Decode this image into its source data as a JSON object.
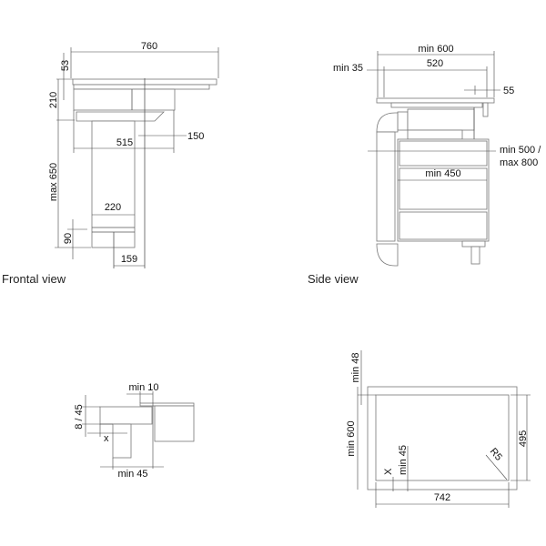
{
  "frontal": {
    "caption": "Frontal view",
    "dims": {
      "width": "760",
      "top": "53",
      "height_cooktop": "210",
      "depth_515": "515",
      "offset_150": "150",
      "max_height": "max 650",
      "column_width": "220",
      "bottom_90": "90",
      "offset_159": "159"
    }
  },
  "side": {
    "caption": "Side view",
    "dims": {
      "min_width": "min 600",
      "cutout": "520",
      "min_front": "min 35",
      "rear": "55",
      "cabinet_height_1": "min 500 /",
      "cabinet_height_2": "max 800",
      "min_depth": "min 450"
    }
  },
  "detail": {
    "dims": {
      "min_gap": "min 10",
      "thickness": "8 / 45",
      "x": "x",
      "min_depth": "min 45"
    }
  },
  "cutout": {
    "dims": {
      "min_rear": "min 48",
      "min_depth": "min 600",
      "height": "495",
      "width": "742",
      "x": "X",
      "min_front": "min 45",
      "radius": "R5"
    }
  }
}
